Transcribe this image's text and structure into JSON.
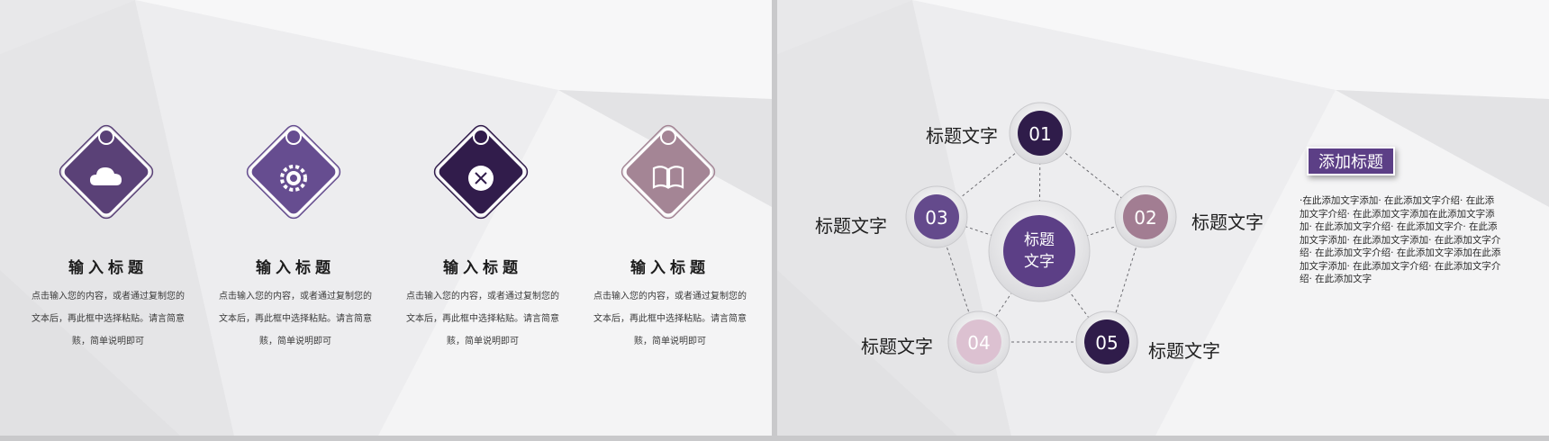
{
  "left_slide": {
    "cards": [
      {
        "title": "输入标题",
        "body": "点击输入您的内容，或者通过复制您的文本后，再此框中选择粘贴。请言简意赅，简单说明即可",
        "icon": "cloud-icon",
        "color": "#5a4177"
      },
      {
        "title": "输入标题",
        "body": "点击输入您的内容，或者通过复制您的文本后，再此框中选择粘贴。请言简意赅，简单说明即可",
        "icon": "gear-icon",
        "color": "#664d90"
      },
      {
        "title": "输入标题",
        "body": "点击输入您的内容，或者通过复制您的文本后，再此框中选择粘贴。请言简意赅，简单说明即可",
        "icon": "close-icon",
        "color": "#311c4b"
      },
      {
        "title": "输入标题",
        "body": "点击输入您的内容，或者通过复制您的文本后，再此框中选择粘贴。请言简意赅，简单说明即可",
        "icon": "book-icon",
        "color": "#a48595"
      }
    ]
  },
  "right_slide": {
    "center": {
      "line1": "标题",
      "line2": "文字"
    },
    "nodes": [
      {
        "number": "01",
        "label": "标题文字",
        "color": "#2f1c4a"
      },
      {
        "number": "02",
        "label": "标题文字",
        "color": "#a27d92"
      },
      {
        "number": "03",
        "label": "标题文字",
        "color": "#644a8c"
      },
      {
        "number": "04",
        "label": "标题文字",
        "color": "#dcc1d1"
      },
      {
        "number": "05",
        "label": "标题文字",
        "color": "#2f1c4a"
      }
    ],
    "add_title": "添加标题",
    "description": "·在此添加文字添加· 在此添加文字介绍· 在此添加文字介绍· 在此添加文字添加在此添加文字添加· 在此添加文字介绍· 在此添加文字介· 在此添加文字添加· 在此添加文字添加· 在此添加文字介绍· 在此添加文字介绍· 在此添加文字添加在此添加文字添加· 在此添加文字介绍· 在此添加文字介绍· 在此添加文字"
  }
}
